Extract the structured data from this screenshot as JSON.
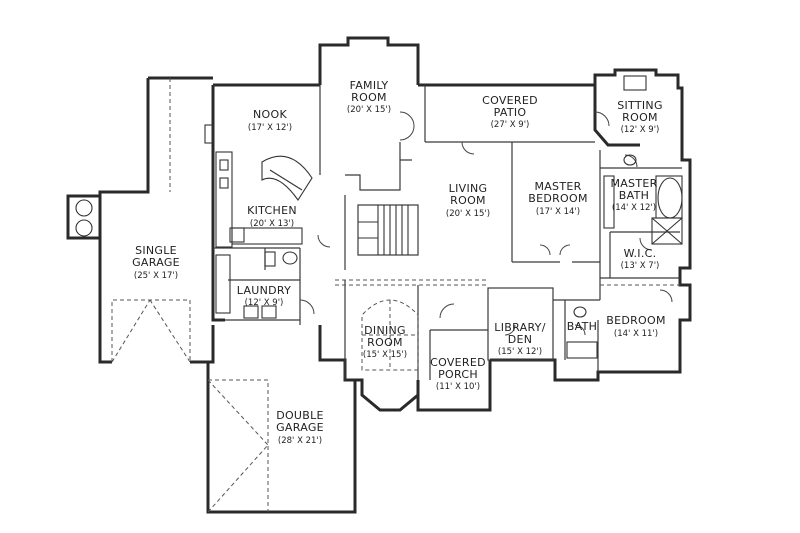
{
  "rooms": {
    "family_room": {
      "line1": "FAMILY",
      "line2": "ROOM",
      "dim": "(20' X 15')"
    },
    "covered_patio": {
      "line1": "COVERED",
      "line2": "PATIO",
      "dim": "(27' X 9')"
    },
    "sitting_room": {
      "line1": "SITTING",
      "line2": "ROOM",
      "dim": "(12' X 9')"
    },
    "nook": {
      "line1": "NOOK",
      "dim": "(17' X 12')"
    },
    "kitchen": {
      "line1": "KITCHEN",
      "dim": "(20' X 13')"
    },
    "living_room": {
      "line1": "LIVING",
      "line2": "ROOM",
      "dim": "(20' X 15')"
    },
    "master_bedroom": {
      "line1": "MASTER",
      "line2": "BEDROOM",
      "dim": "(17' X 14')"
    },
    "master_bath": {
      "line1": "MASTER",
      "line2": "BATH",
      "dim": "(14' X 12')"
    },
    "wic": {
      "line1": "W.I.C.",
      "dim": "(13' X 7')"
    },
    "single_garage": {
      "line1": "SINGLE",
      "line2": "GARAGE",
      "dim": "(25' X 17')"
    },
    "laundry": {
      "line1": "LAUNDRY",
      "dim": "(12' X 9')"
    },
    "dining_room": {
      "line1": "DINING",
      "line2": "ROOM",
      "dim": "(15' X 15')"
    },
    "library_den": {
      "line1": "LIBRARY/",
      "line2": "DEN",
      "dim": "(15' X 12')"
    },
    "bath": {
      "line1": "BATH"
    },
    "bedroom": {
      "line1": "BEDROOM",
      "dim": "(14' X 11')"
    },
    "covered_porch": {
      "line1": "COVERED",
      "line2": "PORCH",
      "dim": "(11' X 10')"
    },
    "double_garage": {
      "line1": "DOUBLE",
      "line2": "GARAGE",
      "dim": "(28' X 21')"
    }
  }
}
